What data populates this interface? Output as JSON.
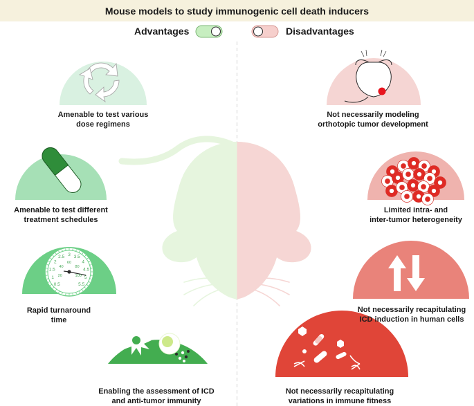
{
  "title": "Mouse models to study immunogenic cell death inducers",
  "legend": {
    "advantages": "Advantages",
    "disadvantages": "Disadvantages"
  },
  "advantages": [
    {
      "line1": "Amenable to test various",
      "line2": "dose regimens",
      "icon": "cycle-arrows-icon"
    },
    {
      "line1": "Amenable to test different",
      "line2": "treatment schedules",
      "icon": "pill-capsule-icon"
    },
    {
      "line1": "Rapid turnaround",
      "line2": "time",
      "icon": "stopwatch-icon"
    },
    {
      "line1": "Enabling the assessment of ICD",
      "line2": "and anti-tumor immunity",
      "icon": "immune-cell-icon"
    }
  ],
  "disadvantages": [
    {
      "line1": "Not necessarily modeling",
      "line2": "orthotopic tumor development",
      "icon": "mouse-tumor-icon"
    },
    {
      "line1": "Limited intra- and",
      "line2": "inter-tumor heterogeneity",
      "icon": "tumor-cells-icon"
    },
    {
      "line1": "Not necessarily recapitulating",
      "line2": "ICD induction in human cells",
      "icon": "up-down-arrows-icon"
    },
    {
      "line1": "Not necessarily recapitulating",
      "line2": "variations in immune fitness",
      "icon": "pathogens-icon"
    }
  ],
  "stopwatch": {
    "outer_ticks": [
      "0.5",
      "1",
      "1.5",
      "2",
      "2.5",
      "3",
      "3.5",
      "4",
      "4.5",
      "5",
      "5.5"
    ],
    "inner_ticks": [
      "20",
      "40",
      "60",
      "80",
      "100"
    ]
  },
  "colors": {
    "adv_1": "#d9f1e1",
    "adv_2": "#a6e0b6",
    "adv_3": "#6ccf86",
    "adv_4": "#43ad50",
    "dis_1": "#f5d5d3",
    "dis_2": "#efb3ae",
    "dis_3": "#e9837a",
    "dis_4": "#e04538",
    "mouse_left": "#e6f5de",
    "mouse_right": "#f6d6d4",
    "tumor": "#e8141e"
  }
}
